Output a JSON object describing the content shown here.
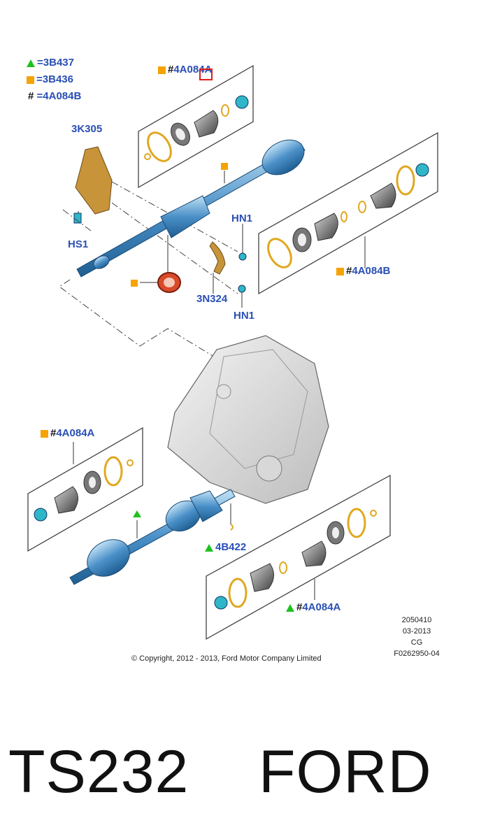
{
  "legend": [
    {
      "symbol": "triangle",
      "text": "3B437"
    },
    {
      "symbol": "square",
      "text": "3B436"
    },
    {
      "symbol": "#",
      "text": "4A084B"
    }
  ],
  "labels": {
    "kit_top": "4A084A",
    "k3305": "3K305",
    "hs1": "HS1",
    "hn1_top": "HN1",
    "hn1_bottom": "HN1",
    "n3324": "3N324",
    "kit_right": "4A084B",
    "kit_left": "4A084A",
    "b4422": "4B422",
    "kit_bottom": "4A084A"
  },
  "info": {
    "line1": "2050410",
    "line2": "03-2013",
    "line3": "CG",
    "line4": "F0262950-04"
  },
  "copyright": "© Copyright, 2012 - 2013, Ford Motor Company Limited",
  "caption": "TS232    FORD",
  "colors": {
    "label": "#2a4fb5",
    "square": "#f5a300",
    "triangle": "#1ec21e",
    "shaft": "#4a90c8",
    "ring": "#e0a820",
    "bracket": "#c8943a",
    "seal": "#d84a2a"
  }
}
